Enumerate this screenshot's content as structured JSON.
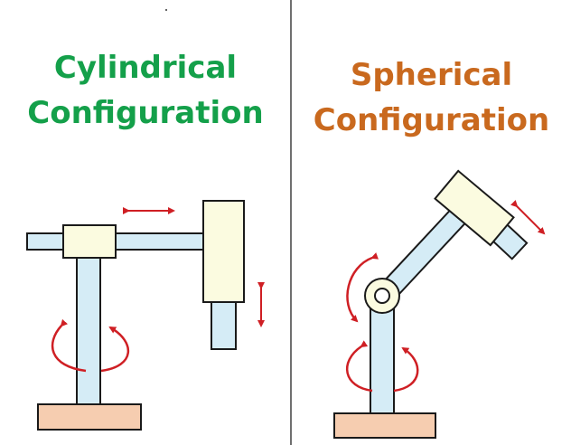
{
  "left_panel": {
    "title_line1": "Cylindrical",
    "title_line2": "Configuration",
    "title_color": "#14a04a"
  },
  "right_panel": {
    "title_line1": "Spherical",
    "title_line2": "Configuration",
    "title_color": "#c9691e"
  },
  "colors": {
    "arm_fill": "#d5ecf6",
    "joint_fill": "#fbfbe0",
    "base_fill": "#f6cdb0",
    "motion_arrow": "#cf1f24",
    "outline": "#1a1a1a",
    "divider": "#6f6f6f"
  },
  "icons": [
    "rotation-arrow-icon",
    "linear-motion-arrow-icon"
  ]
}
